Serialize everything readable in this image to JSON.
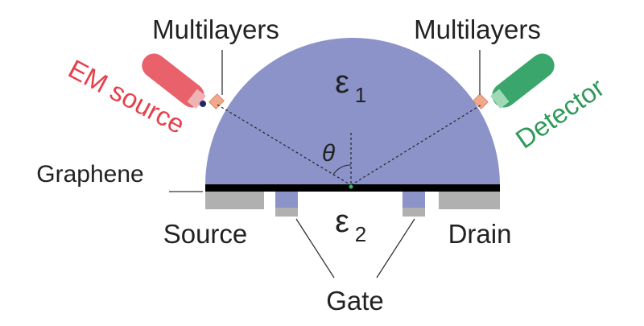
{
  "labels": {
    "multilayers_left": "Multilayers",
    "multilayers_right": "Multilayers",
    "em_source": "EM source",
    "detector": "Detector",
    "graphene": "Graphene",
    "source": "Source",
    "drain": "Drain",
    "gate": "Gate",
    "theta": "θ",
    "epsilon1_symbol": "ε",
    "epsilon1_sub": "1",
    "epsilon2_symbol": "ε",
    "epsilon2_sub": "2"
  },
  "colors": {
    "prism": "#8b93c9",
    "em_source": "#e8616b",
    "detector": "#3aa66b",
    "multilayer": "#f2a98a",
    "electrode": "#b0b0b0",
    "gate_pad": "#8b93c9",
    "graphene": "#000000",
    "text": "#222222",
    "em_text": "#e5404c",
    "detector_text": "#2e9a5a"
  },
  "icons": {
    "em_source": "pen-emitter-icon",
    "detector": "pen-detector-icon",
    "contact_point": "dot-icon"
  }
}
